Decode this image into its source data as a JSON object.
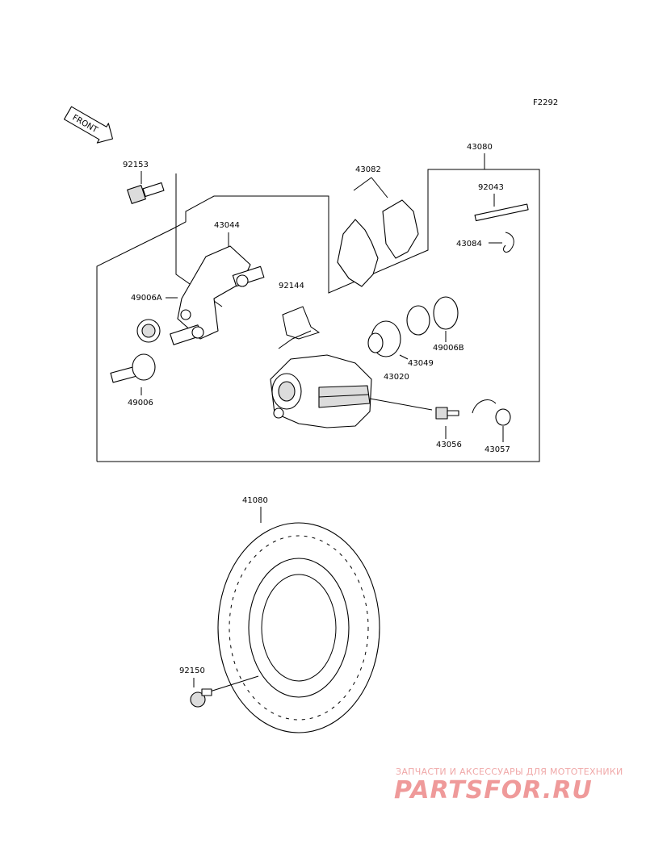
{
  "diagram": {
    "code": "F2292",
    "front_label": "FRONT",
    "parts": {
      "p43080": "43080",
      "p43082": "43082",
      "p92153": "92153",
      "p92043": "92043",
      "p43044": "43044",
      "p43084": "43084",
      "p92144": "92144",
      "p49006A": "49006A",
      "p49006B": "49006B",
      "p43049": "43049",
      "p43020": "43020",
      "p49006": "49006",
      "p43056": "43056",
      "p43057": "43057",
      "p41080": "41080",
      "p92150": "92150"
    }
  },
  "watermark": {
    "tagline": "ЗАПЧАСТИ И АКСЕССУАРЫ ДЛЯ МОТОТЕХНИКИ",
    "logo": "PARTSFOR.RU"
  }
}
